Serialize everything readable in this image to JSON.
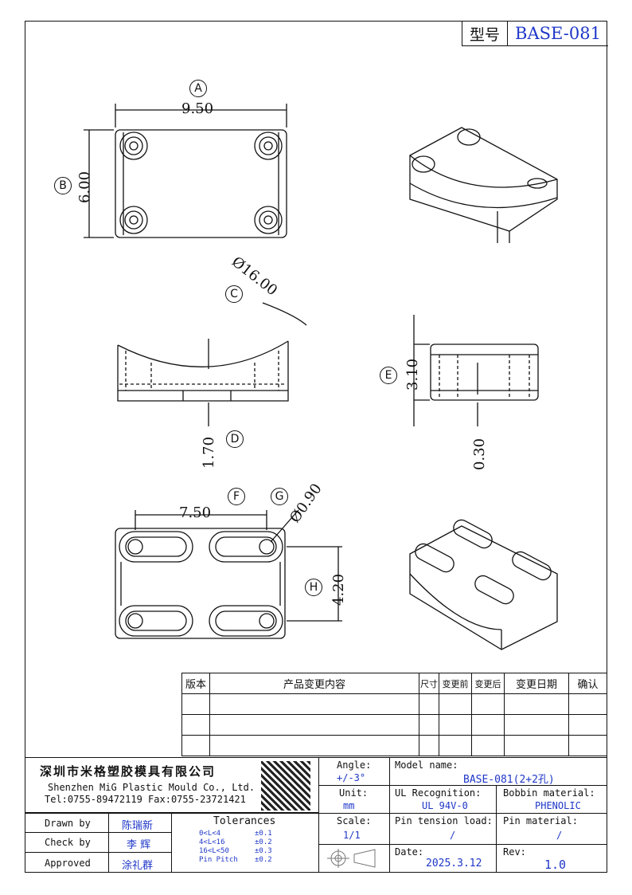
{
  "model_tag": {
    "key": "型号",
    "value": "BASE-081"
  },
  "dimensions": {
    "A": "9.50",
    "B": "6.00",
    "C": "Ø16.00",
    "D": "1.70",
    "E": "3.10",
    "E2": "0.30",
    "F": "7.50",
    "G": "Ø0.90",
    "H": "4.20"
  },
  "markers": {
    "A": "A",
    "B": "B",
    "C": "C",
    "D": "D",
    "E": "E",
    "F": "F",
    "G": "G",
    "H": "H"
  },
  "revision_table": {
    "headers": [
      "版本",
      "产品变更内容",
      "尺寸",
      "变更前",
      "变更后",
      "变更日期",
      "确认"
    ]
  },
  "title_block": {
    "company_cn": "深圳市米格塑胶模具有限公司",
    "company_en": "Shenzhen MiG Plastic Mould Co., Ltd.",
    "contact": "Tel:0755-89472119   Fax:0755-23721421",
    "angle_label": "Angle:",
    "angle_value": "+/-3°",
    "unit_label": "Unit:",
    "unit_value": "mm",
    "scale_label": "Scale:",
    "scale_value": "1/1",
    "model_label": "Model name:",
    "model_value": "BASE-081(2+2孔)",
    "ul_label": "UL Recognition:",
    "ul_value": "UL 94V-0",
    "bobbin_label": "Bobbin material:",
    "bobbin_value": "PHENOLIC",
    "pin_tension_label": "Pin tension load:",
    "pin_tension_value": "/",
    "pin_material_label": "Pin material:",
    "pin_material_value": "/",
    "date_label": "Date:",
    "date_value": "2025.3.12",
    "rev_label": "Rev:",
    "rev_value": "1.0",
    "drawn_label": "Drawn by",
    "drawn_value": "陈瑞新",
    "check_label": "Check by",
    "check_value": "李 辉",
    "approved_label": "Approved",
    "approved_value": "涂礼群",
    "tolerances_title": "Tolerances",
    "tol": [
      {
        "range": "0<L<4",
        "value": "±0.1"
      },
      {
        "range": "4<L<16",
        "value": "±0.2"
      },
      {
        "range": "16<L<50",
        "value": "±0.3"
      },
      {
        "range": "Pin Pitch",
        "value": "±0.2"
      }
    ]
  }
}
